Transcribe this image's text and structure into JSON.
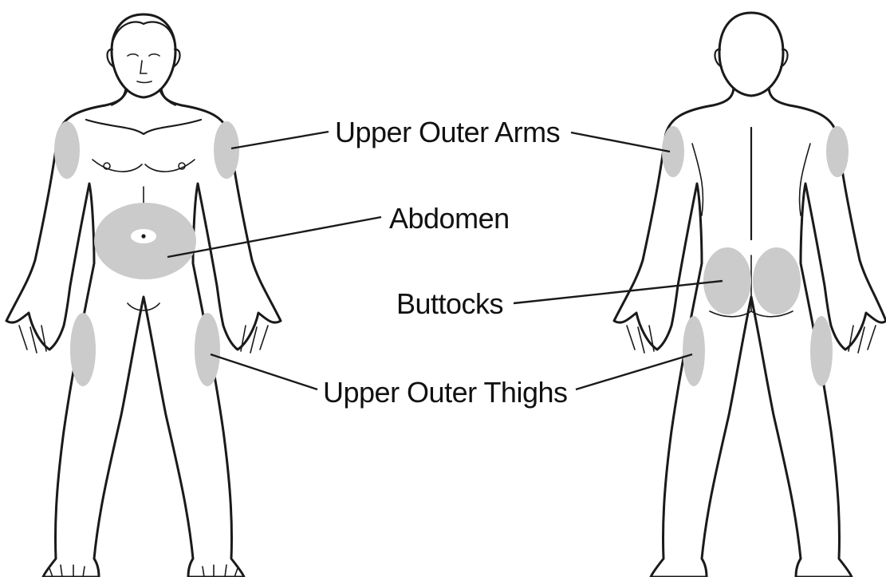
{
  "labels": {
    "upper_outer_arms": "Upper Outer Arms",
    "abdomen": "Abdomen",
    "buttocks": "Buttocks",
    "upper_outer_thighs": "Upper Outer Thighs"
  },
  "colors": {
    "zone": "#cbcbcb",
    "outline": "#1a1a1a",
    "background": "#ffffff"
  },
  "views": [
    "front",
    "back"
  ]
}
